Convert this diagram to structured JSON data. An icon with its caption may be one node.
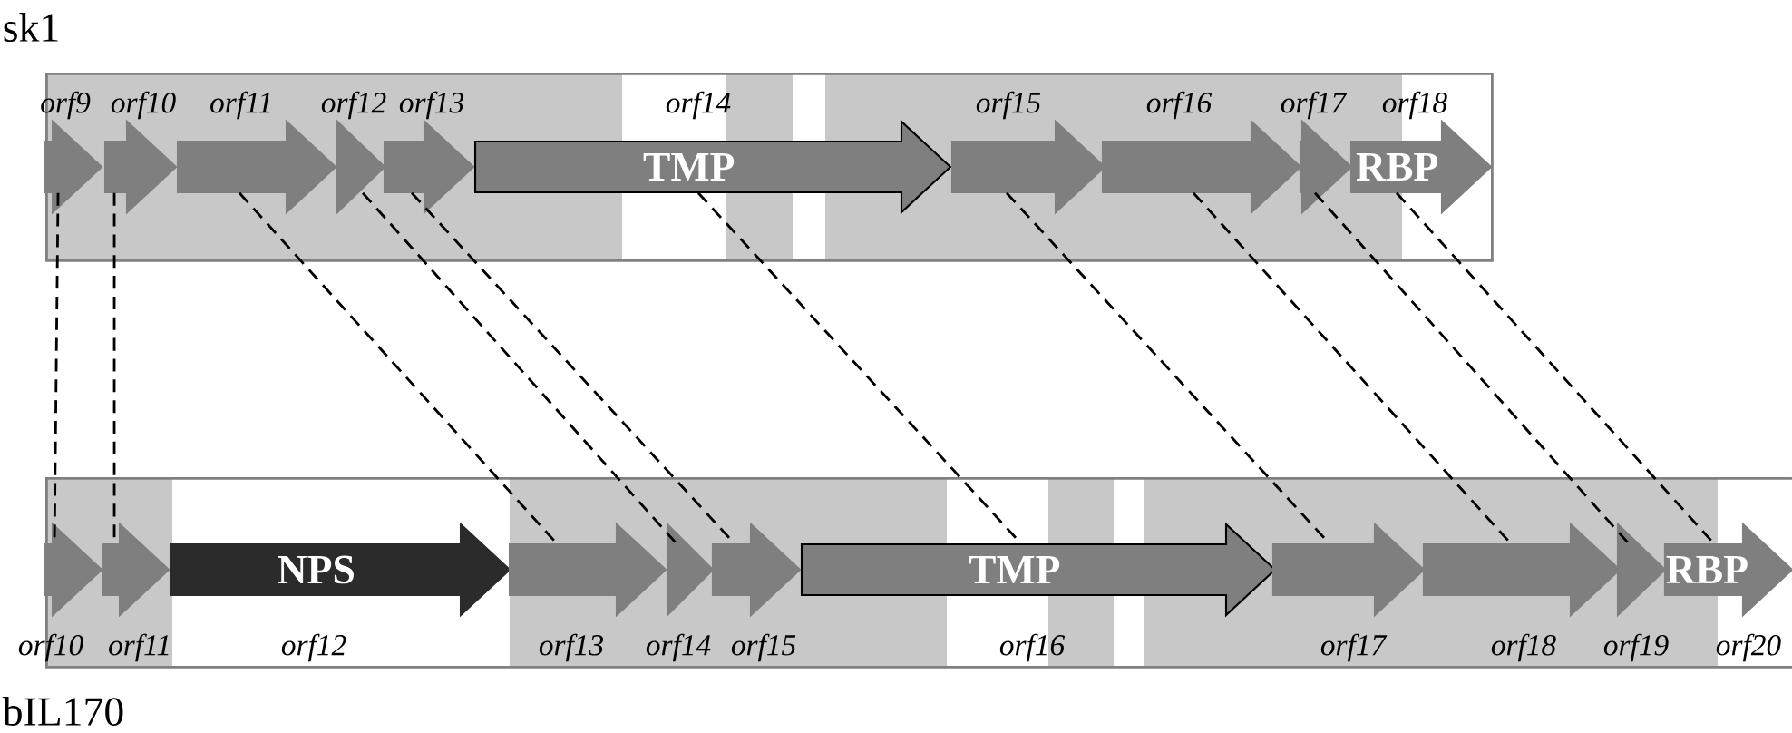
{
  "diagram": {
    "nodes": [
      {
        "text": [
          "sk1"
        ]
      },
      {
        "text": [
          "orf9"
        ],
        "in": 0
      },
      {
        "text": [
          "orf10"
        ],
        "in": 0
      },
      {
        "text": [
          "orf11"
        ],
        "in": 0
      },
      {
        "text": [
          "orf12"
        ],
        "in": 0
      },
      {
        "text": [
          "orf13"
        ],
        "in": 0
      },
      {
        "text": [
          "orf14",
          "TMP"
        ],
        "in": 0
      },
      {
        "text": [
          "orf15"
        ],
        "in": 0
      },
      {
        "text": [
          "orf16"
        ],
        "in": 0
      },
      {
        "text": [
          "orf17"
        ],
        "in": 0
      },
      {
        "text": [
          "orf18",
          "RBP"
        ],
        "in": 0
      },
      {
        "text": [
          "bIL170"
        ]
      },
      {
        "text": [
          "orf10"
        ],
        "in": 11
      },
      {
        "text": [
          "orf11"
        ],
        "in": 11
      },
      {
        "text": [
          "NPS",
          "orf12"
        ],
        "in": 11
      },
      {
        "text": [
          "orf13"
        ],
        "in": 11
      },
      {
        "text": [
          "orf14"
        ],
        "in": 11
      },
      {
        "text": [
          "orf15"
        ],
        "in": 11
      },
      {
        "text": [
          "TMP",
          "orf16"
        ],
        "in": 11
      },
      {
        "text": [
          "orf17"
        ],
        "in": 11
      },
      {
        "text": [
          "orf18"
        ],
        "in": 11
      },
      {
        "text": [
          "orf19"
        ],
        "in": 11
      },
      {
        "text": [
          "RBP",
          "orf20"
        ],
        "in": 11
      }
    ],
    "edges": [
      {
        "from": 1,
        "to": 12,
        "arrow": "none",
        "style": "dashed"
      },
      {
        "from": 2,
        "to": 13,
        "arrow": "none",
        "style": "dashed"
      },
      {
        "from": 3,
        "to": 15,
        "arrow": "none",
        "style": "dashed"
      },
      {
        "from": 4,
        "to": 16,
        "arrow": "none",
        "style": "dashed"
      },
      {
        "from": 5,
        "to": 17,
        "arrow": "none",
        "style": "dashed"
      },
      {
        "from": 6,
        "to": 18,
        "arrow": "none",
        "style": "dashed"
      },
      {
        "from": 7,
        "to": 19,
        "arrow": "none",
        "style": "dashed"
      },
      {
        "from": 8,
        "to": 20,
        "arrow": "none",
        "style": "dashed"
      },
      {
        "from": 9,
        "to": 21,
        "arrow": "none",
        "style": "dashed"
      },
      {
        "from": 10,
        "to": 22,
        "arrow": "none",
        "style": "dashed"
      }
    ]
  }
}
